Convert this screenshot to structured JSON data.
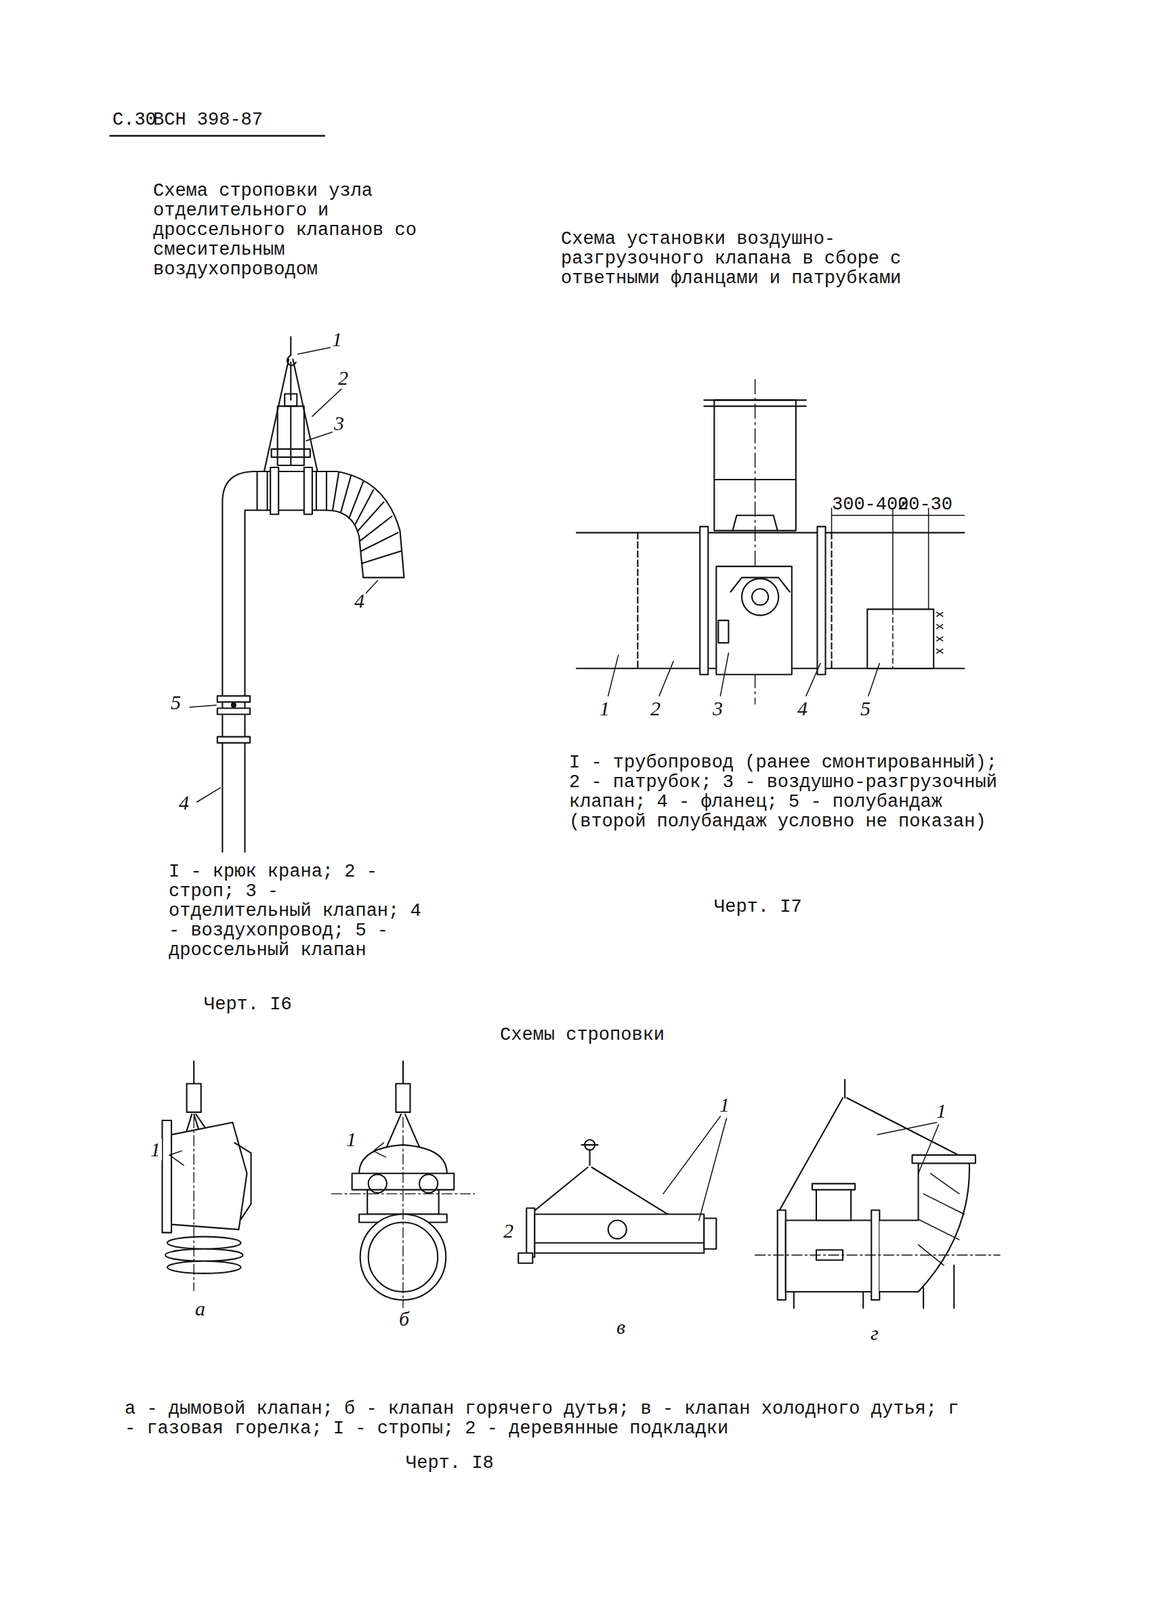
{
  "diagram": {
    "labels": [
      "С.30",
      "ВСН 398-87",
      "Схема строповки узла отделительного и дроссельного клапанов со смесительным воздухопроводом",
      "Схема установки воздушно-разгрузочного клапана в сборе с ответными фланцами и патрубками",
      "1",
      "2",
      "3",
      "4",
      "5",
      "4",
      "I - крюк крана; 2 - строп; 3 - отделительный клапан; 4 - воздухопровод; 5 - дроссельный клапан",
      "Черт. I6",
      "300-400",
      "20-30",
      "1",
      "2",
      "3",
      "4",
      "5",
      "I - трубопровод (ранее смонтированный); 2 - патрубок; 3 - воздушно-разгрузочный клапан; 4 - фланец; 5 - полубандаж (второй полубандаж условно не показан)",
      "Черт. I7",
      "Схемы строповки",
      "1",
      "а",
      "1",
      "б",
      "2",
      "1",
      "в",
      "1",
      "г",
      "а - дымовой клапан; б - клапан горячего дутья; в - клапан холодного дутья; г - газовая горелка; I - стропы; 2 - деревянные подкладки",
      "Черт. I8"
    ]
  }
}
